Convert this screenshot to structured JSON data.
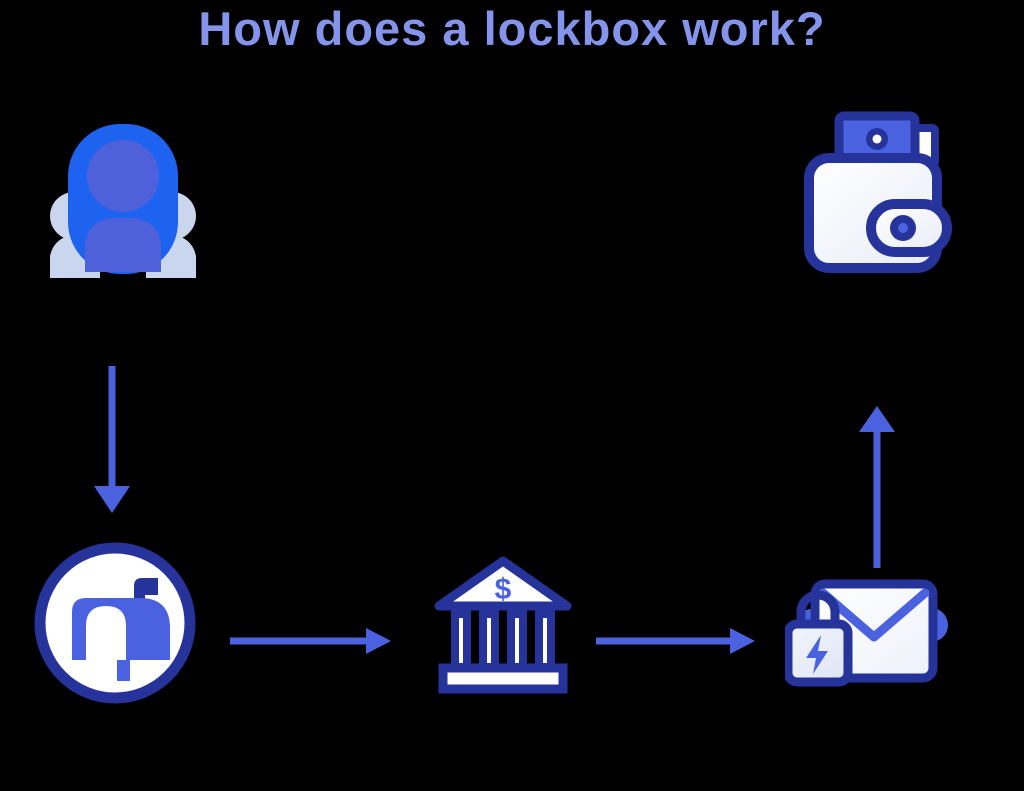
{
  "title": {
    "text": "How does a lockbox work?"
  },
  "bank_label": {
    "currency_symbol": "$"
  },
  "colors": {
    "background": "#000000",
    "title_text": "#8494EA",
    "bright_blue": "#1E63F0",
    "accent_blue": "#4A62DF",
    "light_periwinkle": "#C9D6EE",
    "navy_outline": "#26339A",
    "icon_fill": "#FFFFFF",
    "icon_fill_shade": "#E7ECF8"
  },
  "diagram": {
    "nodes": [
      {
        "id": "customers",
        "icon": "people-group-icon"
      },
      {
        "id": "lockbox",
        "icon": "mailbox-icon"
      },
      {
        "id": "bank",
        "icon": "bank-icon"
      },
      {
        "id": "secure-notification",
        "icon": "locked-envelope-icon"
      },
      {
        "id": "funds",
        "icon": "wallet-icon"
      }
    ],
    "arrows": [
      {
        "from": "customers",
        "to": "lockbox",
        "direction": "down"
      },
      {
        "from": "lockbox",
        "to": "bank",
        "direction": "right"
      },
      {
        "from": "bank",
        "to": "secure-notification",
        "direction": "right"
      },
      {
        "from": "secure-notification",
        "to": "funds",
        "direction": "up"
      }
    ]
  }
}
